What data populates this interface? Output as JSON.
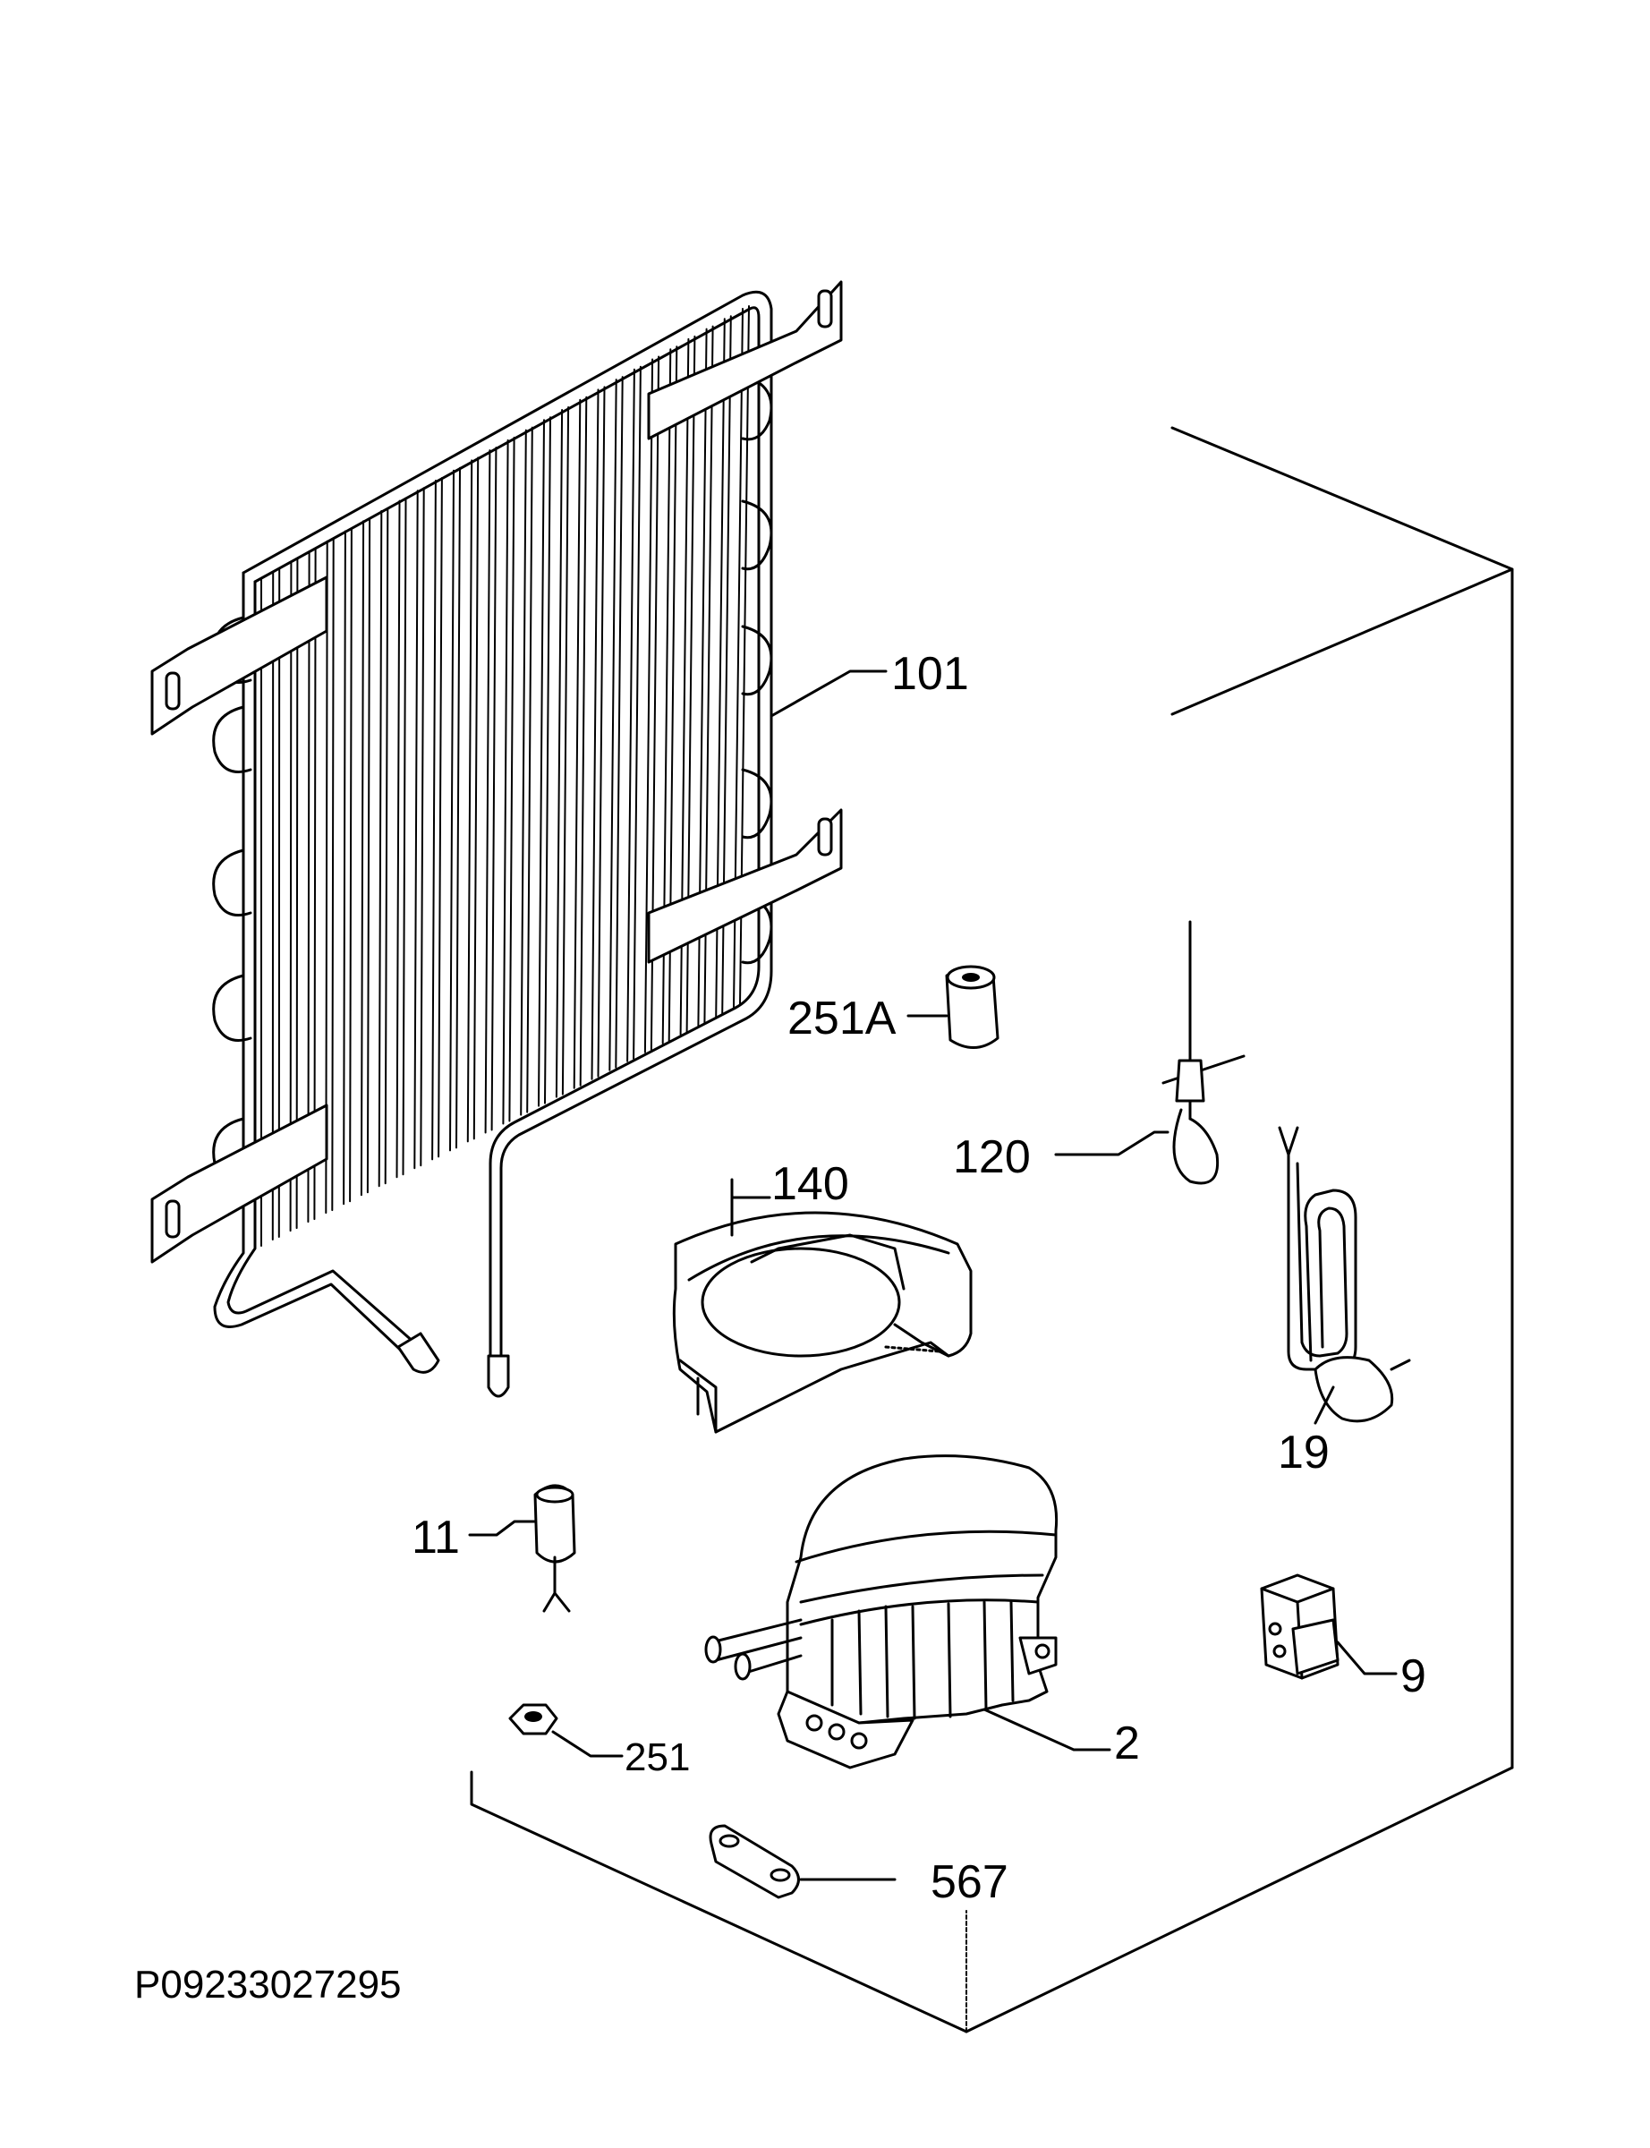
{
  "diagram": {
    "drawing_code": "P09233027295",
    "callouts": {
      "condenser": "101",
      "washer_251a": "251A",
      "compressor_cover": "140",
      "thermostat_probe": "120",
      "power_cord": "19",
      "drier_filter": "11",
      "compressor": "2",
      "relay": "9",
      "nut_251": "251",
      "bracket_567": "567"
    }
  }
}
